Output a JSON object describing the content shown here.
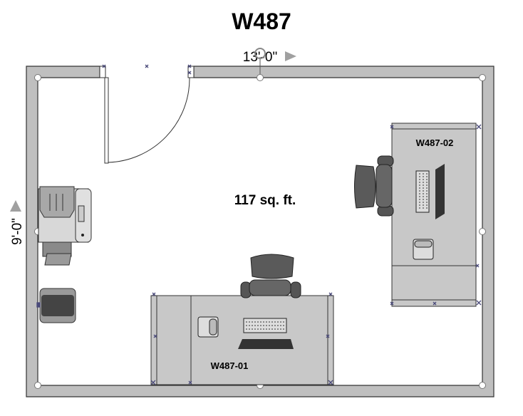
{
  "room": {
    "name": "W487",
    "width_dimension": "13'-0\"",
    "height_dimension": "9'-0\"",
    "area": "117 sq. ft."
  },
  "workstations": [
    {
      "label": "W487-01"
    },
    {
      "label": "W487-02"
    }
  ],
  "colors": {
    "wall": "#bfbfbf",
    "desk": "#c8c8c8",
    "chair": "#5a5a5a",
    "handle": "#4a4a7a"
  }
}
